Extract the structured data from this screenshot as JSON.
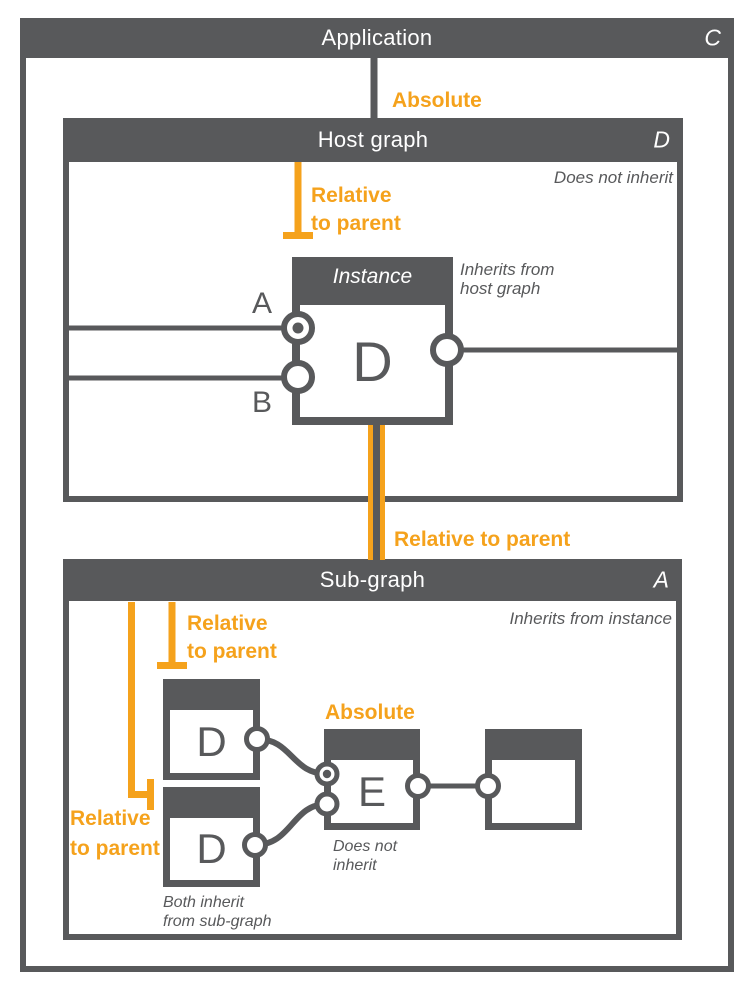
{
  "palette": {
    "gray": "#58595B",
    "orange": "#F5A21C",
    "background": "#FFFFFF"
  },
  "application": {
    "title": "Application",
    "corner_letter": "C"
  },
  "absolute_top_label": "Absolute",
  "host_graph": {
    "title": "Host graph",
    "corner_letter": "D",
    "note": "Does not inherit",
    "relative_arrow": {
      "line1": "Relative",
      "line2": "to parent"
    },
    "instance": {
      "title": "Instance",
      "letter": "D",
      "port_a_label": "A",
      "port_b_label": "B",
      "note_line1": "Inherits from",
      "note_line2": "host graph"
    }
  },
  "relative_connector_label": "Relative to parent",
  "sub_graph": {
    "title": "Sub-graph",
    "corner_letter": "A",
    "note": "Inherits from instance",
    "arrow_top": {
      "line1": "Relative",
      "line2": "to parent"
    },
    "arrow_left": {
      "line1": "Relative",
      "line2": "to parent"
    },
    "absolute_label": "Absolute",
    "node_d_top": {
      "letter": "D"
    },
    "node_d_bottom": {
      "letter": "D"
    },
    "node_e": {
      "letter": "E"
    },
    "node_e_note": {
      "line1": "Does not",
      "line2": "inherit"
    },
    "d_nodes_note": {
      "line1": "Both inherit",
      "line2": "from sub-graph"
    }
  }
}
